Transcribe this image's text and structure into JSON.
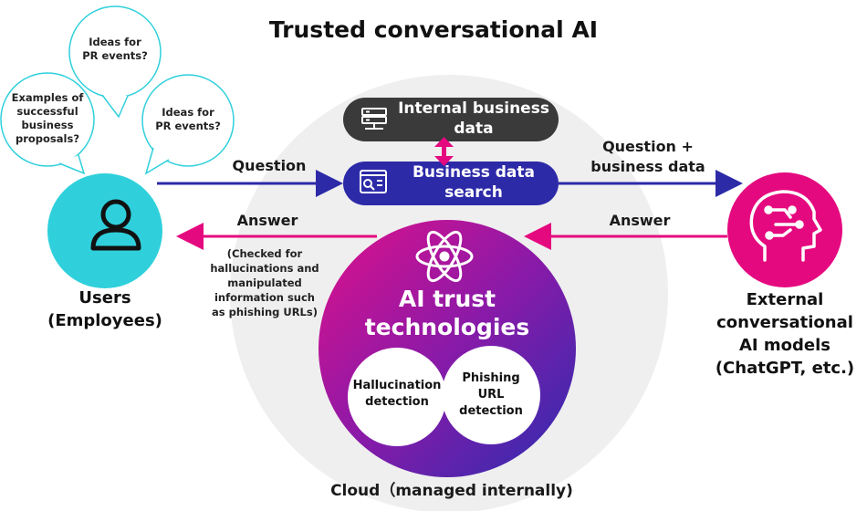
{
  "title": "Trusted conversational AI",
  "bubbles": [
    {
      "lines": [
        "Ideas for",
        "PR events?"
      ]
    },
    {
      "lines": [
        "Examples of",
        "successful",
        "business",
        "proposals?"
      ]
    },
    {
      "lines": [
        "Ideas for",
        "PR events?"
      ]
    }
  ],
  "users": {
    "lines": [
      "Users",
      "(Employees)"
    ]
  },
  "external": {
    "lines": [
      "External",
      "conversational",
      "AI models",
      "(ChatGPT, etc.)"
    ]
  },
  "internal_data": {
    "lines": [
      "Internal business",
      "data"
    ]
  },
  "search": {
    "lines": [
      "Business data",
      "search"
    ]
  },
  "question_label": "Question",
  "question_plus": {
    "lines": [
      "Question +",
      "business data"
    ]
  },
  "answer_left": "Answer",
  "answer_right": "Answer",
  "note": {
    "lines": [
      "(Checked for",
      "hallucinations and",
      "manipulated",
      "information such",
      "as phishing URLs)"
    ]
  },
  "ai_trust": {
    "lines": [
      "AI trust",
      "technologies"
    ]
  },
  "hallucination": {
    "lines": [
      "Hallucination",
      "detection"
    ]
  },
  "phishing": {
    "lines": [
      "Phishing",
      "URL",
      "detection"
    ]
  },
  "cloud_label": "Cloud（managed internally)",
  "colors": {
    "cyan": "#2fd0dc",
    "magenta": "#e5097f",
    "navy": "#2d2aa8",
    "dark": "#3a3a3a",
    "cloud": "#efefef"
  },
  "icons": [
    "user-icon",
    "ai-brain-icon",
    "server-icon",
    "search-dashboard-icon",
    "atom-icon",
    "double-arrow-icon"
  ]
}
